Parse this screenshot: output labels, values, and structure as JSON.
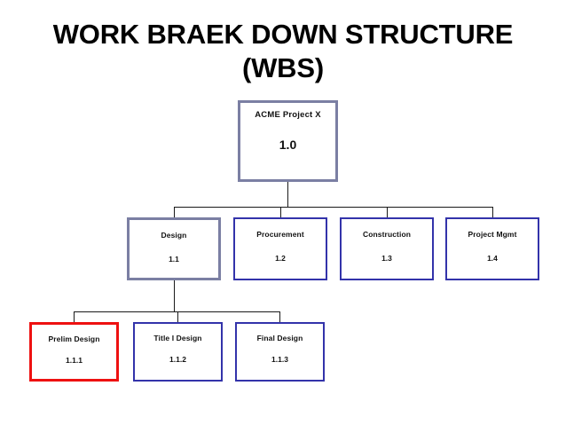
{
  "title": {
    "line1": "WORK BRAEK DOWN STRUCTURE",
    "line2": "(WBS)"
  },
  "colors": {
    "slate_border": "#7b7fa3",
    "blue_border": "#3333aa",
    "red_border": "#ee1111",
    "connector": "#1a1a1a",
    "background": "#ffffff",
    "text": "#111111"
  },
  "nodes": {
    "root": {
      "label": "ACME Project X",
      "code": "1.0",
      "border": "slate"
    },
    "level2": [
      {
        "label": "Design",
        "code": "1.1",
        "border": "slate"
      },
      {
        "label": "Procurement",
        "code": "1.2",
        "border": "blue"
      },
      {
        "label": "Construction",
        "code": "1.3",
        "border": "blue"
      },
      {
        "label": "Project Mgmt",
        "code": "1.4",
        "border": "blue"
      }
    ],
    "level3": [
      {
        "label": "Prelim  Design",
        "code": "1.1.1",
        "border": "red"
      },
      {
        "label": "Title I Design",
        "code": "1.1.2",
        "border": "blue"
      },
      {
        "label": "Final Design",
        "code": "1.1.3",
        "border": "blue"
      }
    ]
  }
}
